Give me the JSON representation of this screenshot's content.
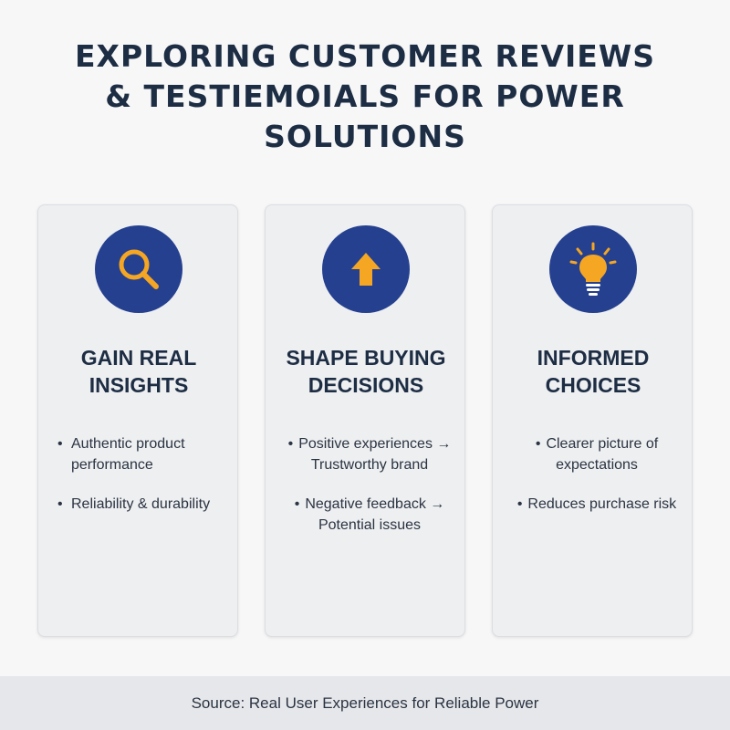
{
  "title": {
    "line1": "EXPLORING CUSTOMER REVIEWS",
    "line2": "& TESTIEMOIALS FOR POWER",
    "line3": "SOLUTIONS"
  },
  "colors": {
    "icon_circle": "#25408f",
    "icon_accent": "#f5a623",
    "title": "#1d2d44"
  },
  "cards": [
    {
      "icon": "magnifying-glass-icon",
      "heading_line1": "GAIN REAL",
      "heading_line2": "INSIGHTS",
      "bullets": [
        {
          "line1": "Authentic product",
          "line2": "performance"
        },
        {
          "line1": "Reliability & durability",
          "line2": ""
        }
      ]
    },
    {
      "icon": "up-arrow-icon",
      "heading_line1": "SHAPE BUYING",
      "heading_line2": "DECISIONS",
      "bullets": [
        {
          "line1": "Positive experiences →",
          "line2": "Trustworthy brand"
        },
        {
          "line1": "Negative feedback →",
          "line2": "Potential issues"
        }
      ]
    },
    {
      "icon": "lightbulb-icon",
      "heading_line1": "INFORMED",
      "heading_line2": "CHOICES",
      "bullets": [
        {
          "line1": "Clearer picture of",
          "line2": "expectations"
        },
        {
          "line1": "Reduces purchase risk",
          "line2": ""
        }
      ]
    }
  ],
  "footer": {
    "source": "Source: Real User Experiences for Reliable Power"
  }
}
